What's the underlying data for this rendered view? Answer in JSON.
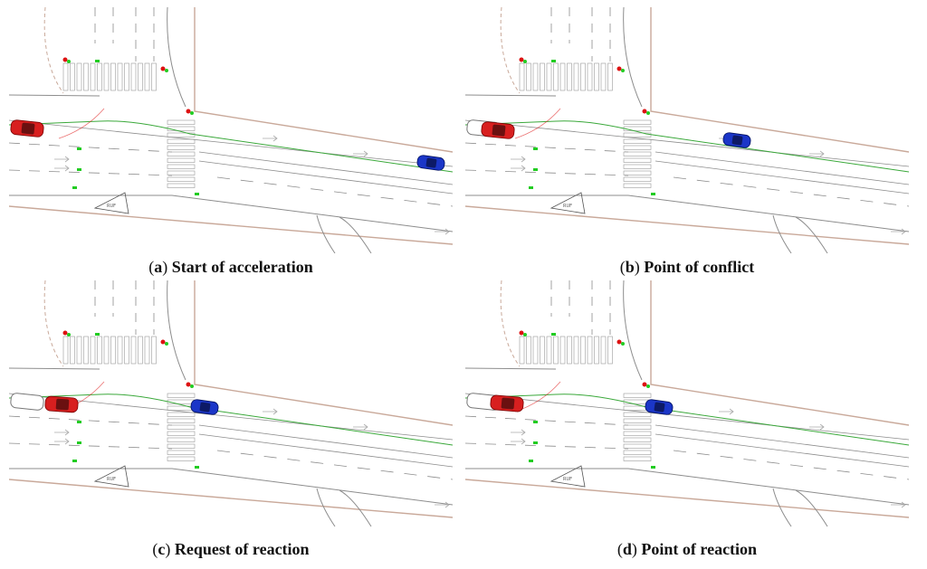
{
  "panels": [
    {
      "id": "a",
      "letter": "a",
      "title": "Start of acceleration",
      "red_car": {
        "lead": "single"
      },
      "blue_car": {
        "position": "far-right"
      }
    },
    {
      "id": "b",
      "letter": "b",
      "title": "Point of conflict",
      "red_car": {
        "lead": "ghost-behind"
      },
      "blue_car": {
        "position": "mid-road"
      }
    },
    {
      "id": "c",
      "letter": "c",
      "title": "Request of reaction",
      "red_car": {
        "lead": "ghost-behind"
      },
      "blue_car": {
        "position": "near-crosswalk"
      }
    },
    {
      "id": "d",
      "letter": "d",
      "title": "Point of reaction",
      "red_car": {
        "lead": "ghost-behind"
      },
      "blue_car": {
        "position": "past-crosswalk"
      }
    }
  ],
  "colors": {
    "red_car": "#d81f1f",
    "blue_car": "#1b36c8",
    "trajectory": "#3aa83a",
    "curb": "#c9a99a",
    "road_line": "#8d8d8d",
    "signal_green": "#22cc22",
    "signal_red": "#dd1111"
  },
  "road_sign_text": "RUF"
}
